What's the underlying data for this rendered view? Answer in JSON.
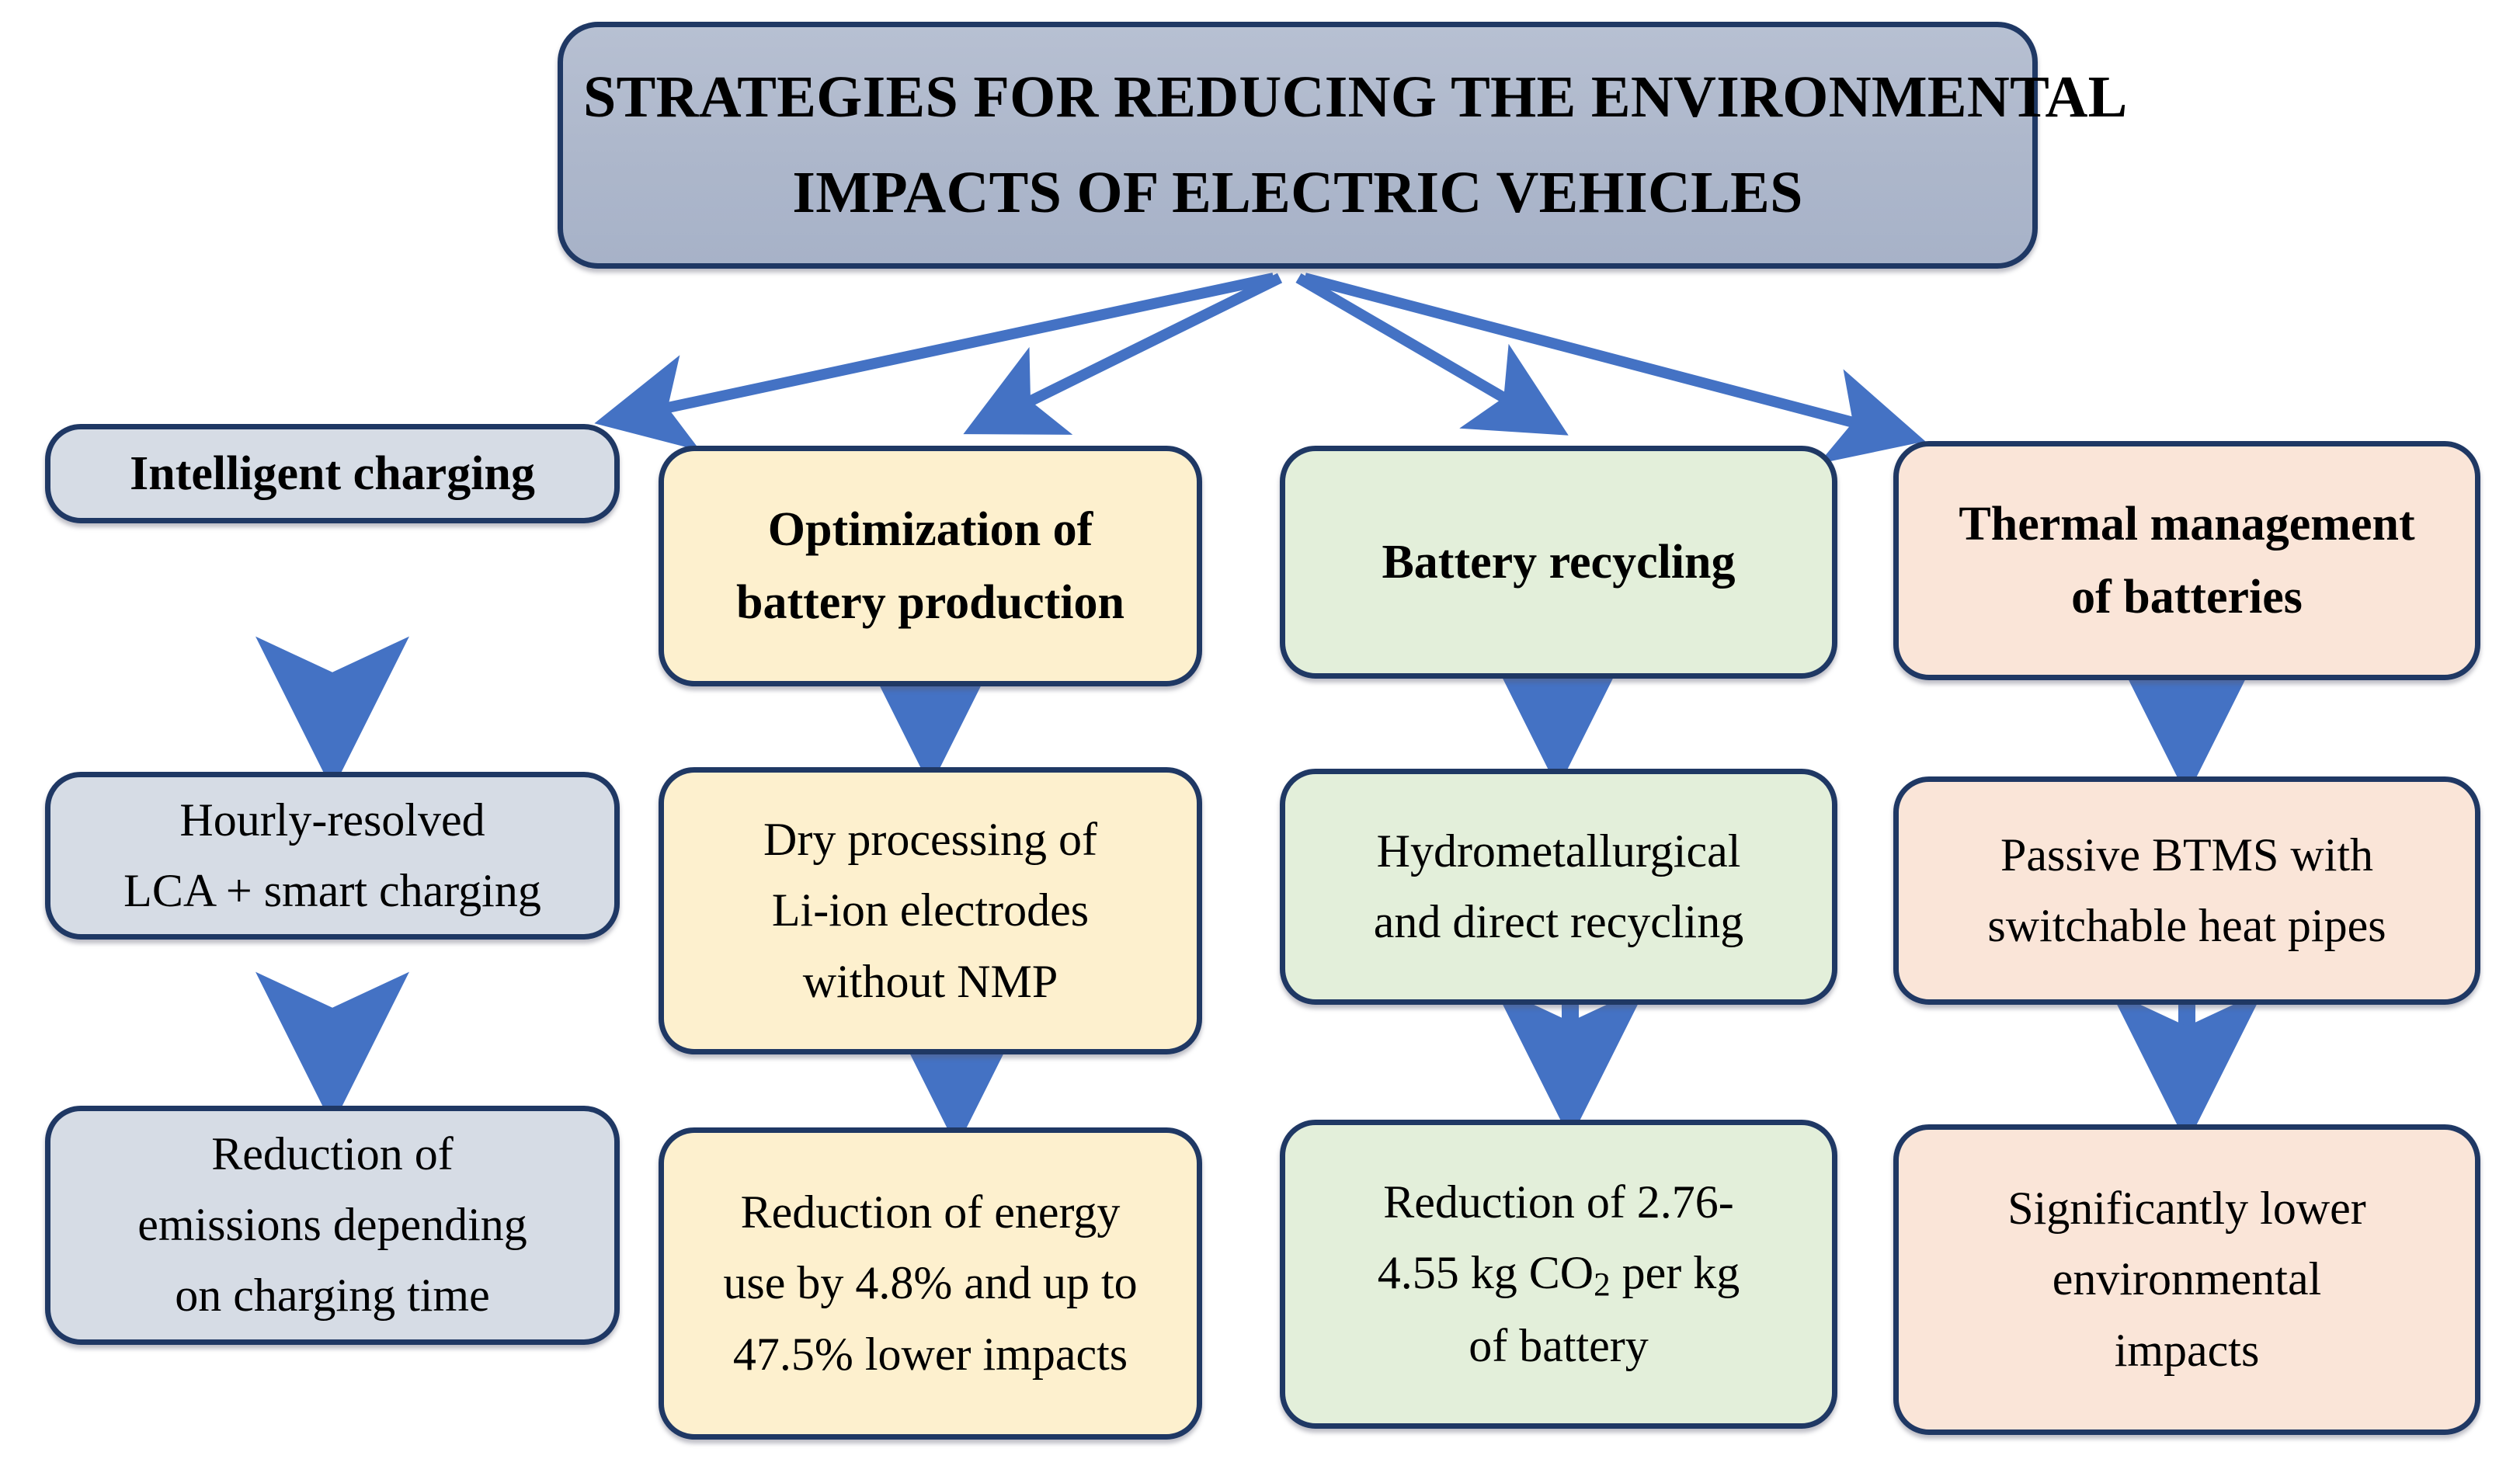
{
  "diagram": {
    "title_box": {
      "line1": "STRATEGIES FOR REDUCING THE ENVIRONMENTAL",
      "line2": "IMPACTS OF ELECTRIC VEHICLES"
    },
    "colors": {
      "border": "#1F3864",
      "arrow": "#4472C4",
      "title_fill": "#AFB9CD",
      "column1_fill": "#D6DCE5",
      "column2_fill": "#FDF0CE",
      "column3_fill": "#E3EFDA",
      "column4_fill": "#FAE5D8"
    },
    "columns": [
      {
        "id": "intelligent-charging",
        "category": {
          "line1": "Intelligent charging"
        },
        "method": {
          "line1": "Hourly-resolved",
          "line2": "LCA + smart charging"
        },
        "outcome": {
          "line1": "Reduction of",
          "line2": "emissions depending",
          "line3": "on charging time"
        }
      },
      {
        "id": "battery-production",
        "category": {
          "line1": "Optimization of",
          "line2": "battery production"
        },
        "method": {
          "line1": "Dry processing of",
          "line2": "Li-ion electrodes",
          "line3": "without NMP"
        },
        "outcome": {
          "line1": "Reduction of energy",
          "line2": "use by 4.8% and up to",
          "line3": "47.5% lower impacts"
        }
      },
      {
        "id": "battery-recycling",
        "category": {
          "line1": "Battery recycling"
        },
        "method": {
          "line1": "Hydrometallurgical",
          "line2": "and direct recycling"
        },
        "outcome": {
          "line1": "Reduction of 2.76-",
          "line2_pre": "4.55 kg CO",
          "line2_sub": "2",
          "line2_post": " per kg",
          "line3": "of battery"
        }
      },
      {
        "id": "thermal-management",
        "category": {
          "line1": "Thermal management",
          "line2": "of batteries"
        },
        "method": {
          "line1": "Passive BTMS with",
          "line2": "switchable heat pipes"
        },
        "outcome": {
          "line1": "Significantly lower",
          "line2": "environmental",
          "line3": "impacts"
        }
      }
    ]
  }
}
